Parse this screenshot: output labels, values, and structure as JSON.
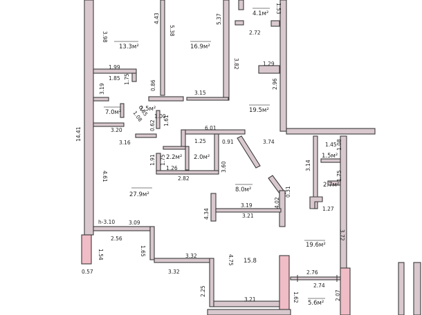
{
  "rooms": [
    {
      "id": "r1",
      "area": "13.3м²"
    },
    {
      "id": "r2",
      "area": "16.9м²"
    },
    {
      "id": "r3",
      "area": "4.1м²"
    },
    {
      "id": "r4",
      "area": "7.0м²"
    },
    {
      "id": "r5",
      "area": "2.5м²"
    },
    {
      "id": "r6",
      "area": "19.5м²"
    },
    {
      "id": "r7",
      "area": "2.2м²"
    },
    {
      "id": "r8",
      "area": "2.0м²"
    },
    {
      "id": "r9",
      "area": "1.5м²"
    },
    {
      "id": "r10",
      "area": "2.7м²"
    },
    {
      "id": "r11",
      "area": "27.9м²"
    },
    {
      "id": "r12",
      "area": "8.0м²"
    },
    {
      "id": "r13",
      "area": "19.6м²"
    },
    {
      "id": "r14",
      "area": "15.8"
    },
    {
      "id": "r15",
      "area": "5.6м²"
    }
  ],
  "dimensions": {
    "d1": "3.98",
    "d2": "4.43",
    "d3": "5.38",
    "d4": "5.37",
    "d5": "1.53",
    "d6": "2.72",
    "d7": "3.82",
    "d8": "1.29",
    "d9": "2.96",
    "d10": "1.99",
    "d11": "1.85",
    "d12": "1.75",
    "d13": "3.19",
    "d14": "0.86",
    "d15": "3.15",
    "d16": "14.41",
    "d17": "0.85",
    "d18": "1.00",
    "d19": "1.08",
    "d20": "1.61",
    "d21": "0.62",
    "d22": "3.20",
    "d23": "3.16",
    "d24": "6.01",
    "d25": "1.25",
    "d26": "0.91",
    "d27": "3.74",
    "d28": "1.45",
    "d29": "1.08",
    "d30": "1.91",
    "d31": "1.75",
    "d32": "1.26",
    "d33": "3.60",
    "d34": "3.14",
    "d35": "2.82",
    "d36": "4.61",
    "d37": "1.75",
    "d38": "0.31",
    "d39": "4.02",
    "d40": "1.27",
    "d41": "4.34",
    "d42": "3.19",
    "d43": "3.21",
    "d44": "h-3.10",
    "d45": "3.09",
    "d46": "3.72",
    "d47": "2.56",
    "d48": "1.65",
    "d49": "1.54",
    "d50": "3.32",
    "d51": "4.75",
    "d52": "3.32",
    "d53": "0.57",
    "d54": "2.76",
    "d55": "2.74",
    "d56": "2.25",
    "d57": "3.21",
    "d58": "1.62",
    "d59": "2.07"
  }
}
